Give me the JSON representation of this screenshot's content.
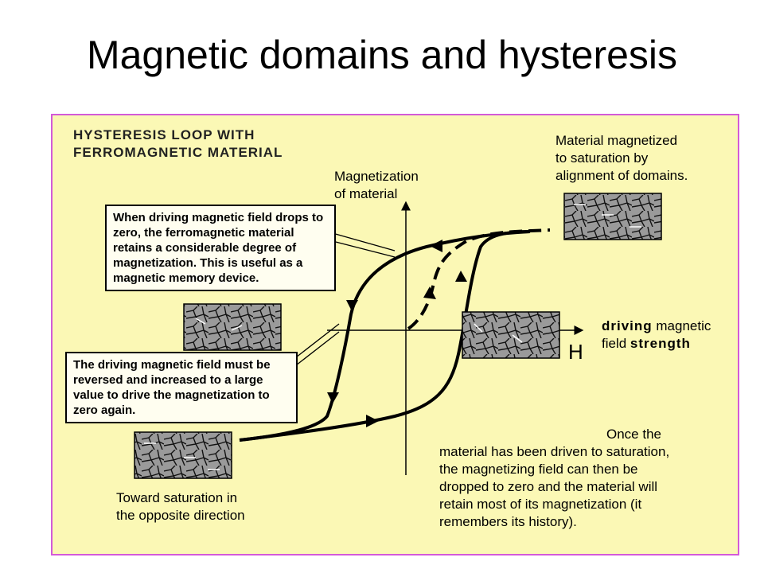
{
  "slide": {
    "title": "Magnetic domains and hysteresis"
  },
  "diagram": {
    "heading_line1": "HYSTERESIS LOOP WITH",
    "heading_line2": "FERROMAGNETIC MATERIAL",
    "y_axis_line1": "Magnetization",
    "y_axis_line2": "of material",
    "x_axis_bold1": "driving",
    "x_axis_normal1": " magnetic",
    "x_axis_normal2": "field ",
    "x_axis_bold2": "strength",
    "x_axis_symbol": "H",
    "saturation_note_line1": "Material magnetized",
    "saturation_note_line2": "to saturation by",
    "saturation_note_line3": "alignment of domains.",
    "retention_box": "When driving magnetic field drops to zero, the ferromagnetic material retains a considerable degree of magnetization. This is useful as a magnetic memory device.",
    "coercive_box": "The driving magnetic field must be reversed and increased to a large value to drive the  magnetization to zero again.",
    "opposite_note_line1": "Toward saturation in",
    "opposite_note_line2": "the opposite direction",
    "memory_note_line1": "Once the",
    "memory_note_line2": "material has been driven to saturation,",
    "memory_note_line3": "the magnetizing field can then be",
    "memory_note_line4": "dropped to zero and the material will",
    "memory_note_line5": "retain most of its magnetization (it",
    "memory_note_line6": "remembers its history).",
    "colors": {
      "panel": "#fbf8b5",
      "border": "#d35ad8"
    }
  }
}
